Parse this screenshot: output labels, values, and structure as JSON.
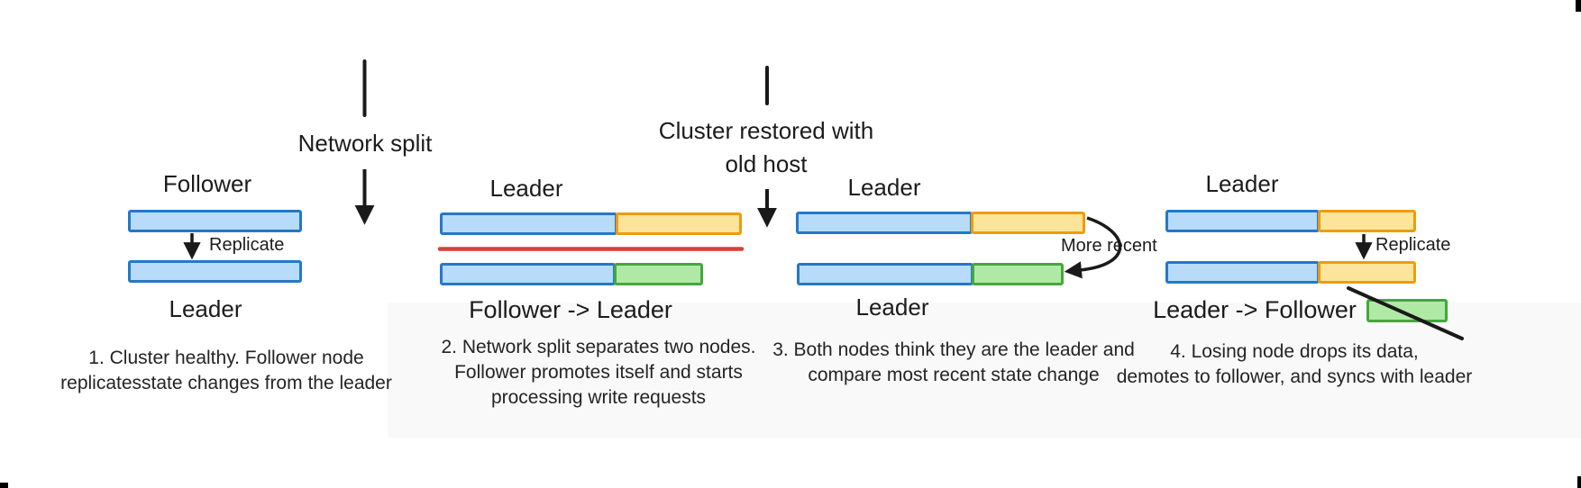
{
  "transitions": {
    "network_split": {
      "label": "Network split"
    },
    "cluster_restored": {
      "line1": "Cluster restored with",
      "line2": "old host"
    }
  },
  "panels": {
    "p1": {
      "top_label": "Follower",
      "arrow_label": "Replicate",
      "bottom_label": "Leader",
      "caption1": "1. Cluster healthy. Follower node",
      "caption2": "replicatesstate changes from the leader"
    },
    "p2": {
      "top_label": "Leader",
      "bottom_label": "Follower -> Leader",
      "caption1": "2. Network split separates two nodes.",
      "caption2": "Follower promotes itself and starts",
      "caption3": "processing write requests"
    },
    "p3": {
      "top_label": "Leader",
      "bottom_label": "Leader",
      "annotation": "More recent",
      "caption1": "3. Both nodes think they are the leader and",
      "caption2": "compare most recent state change"
    },
    "p4": {
      "top_label": "Leader",
      "arrow_label": "Replicate",
      "bottom_label": "Leader -> Follower",
      "caption1": "4. Losing node drops its data,",
      "caption2": "demotes to follower, and syncs with leader"
    }
  },
  "colors": {
    "node_blue_fill": "#b7dbf8",
    "node_blue_border": "#2478c8",
    "node_yellow_fill": "#fce59a",
    "node_yellow_border": "#ef9b0d",
    "node_green_fill": "#b0e9a6",
    "node_green_border": "#44a73c",
    "divider_red": "#d94039",
    "ink": "#1a1a1a"
  }
}
